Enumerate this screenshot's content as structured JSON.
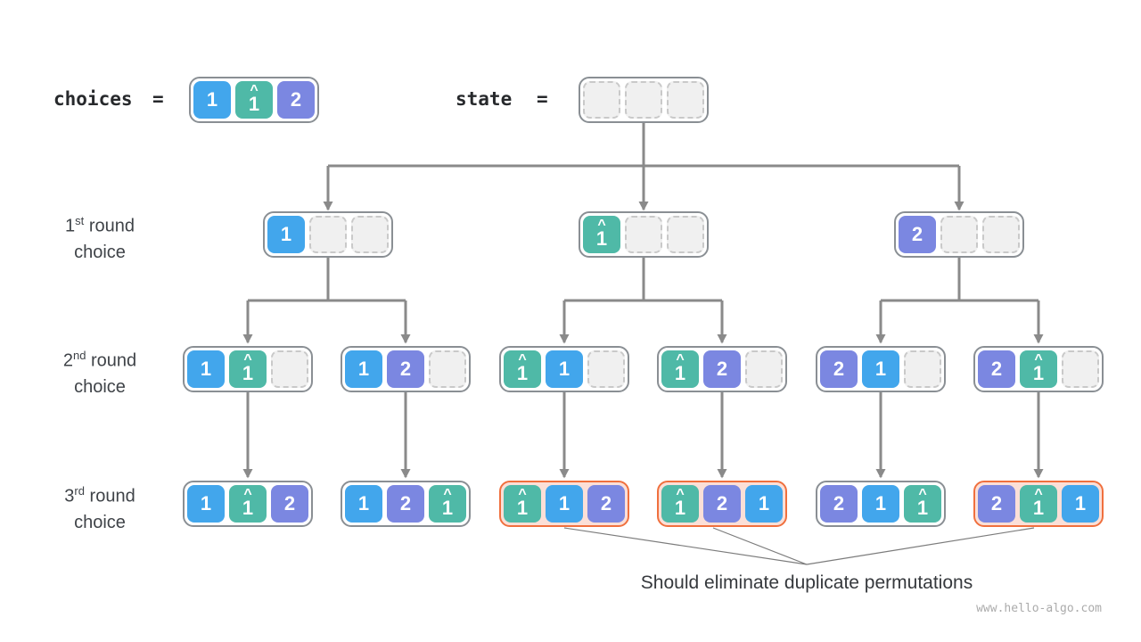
{
  "colors": {
    "background": "#ffffff",
    "box_border": "#8a8f94",
    "box_fill": "#ffffff",
    "duplicate_border": "#f0703e",
    "duplicate_fill": "#fbdfd7",
    "empty_cell_fill": "#f0f0f0",
    "empty_cell_border": "#c9c9c9",
    "connector_line": "#8a8a8a",
    "annotation_line": "#7c7c7c",
    "text_dark": "#27292c",
    "label_text": "#3f4348",
    "caption_text": "#36393d",
    "watermark_text": "#ababab",
    "cell_text": "#ffffff",
    "cell": {
      "1": "#42a6ec",
      "1̂": "#4fb9a7",
      "2": "#7b87e1"
    }
  },
  "choices": {
    "label": "choices",
    "equals": "=",
    "cells": [
      "1",
      "1̂",
      "2"
    ]
  },
  "state": {
    "label": "state",
    "equals": "=",
    "cells": [
      "",
      "",
      ""
    ]
  },
  "rounds": [
    {
      "ordinal": "1",
      "suffix": "st",
      "rest": " round",
      "line2": "choice",
      "nodes": [
        {
          "cells": [
            "1",
            "",
            ""
          ]
        },
        {
          "cells": [
            "1̂",
            "",
            ""
          ]
        },
        {
          "cells": [
            "2",
            "",
            ""
          ]
        }
      ]
    },
    {
      "ordinal": "2",
      "suffix": "nd",
      "rest": " round",
      "line2": "choice",
      "nodes": [
        {
          "cells": [
            "1",
            "1̂",
            ""
          ]
        },
        {
          "cells": [
            "1",
            "2",
            ""
          ]
        },
        {
          "cells": [
            "1̂",
            "1",
            ""
          ]
        },
        {
          "cells": [
            "1̂",
            "2",
            ""
          ]
        },
        {
          "cells": [
            "2",
            "1",
            ""
          ]
        },
        {
          "cells": [
            "2",
            "1̂",
            ""
          ]
        }
      ]
    },
    {
      "ordinal": "3",
      "suffix": "rd",
      "rest": " round",
      "line2": "choice",
      "nodes": [
        {
          "cells": [
            "1",
            "1̂",
            "2"
          ],
          "duplicate": false
        },
        {
          "cells": [
            "1",
            "2",
            "1̂"
          ],
          "duplicate": false
        },
        {
          "cells": [
            "1̂",
            "1",
            "2"
          ],
          "duplicate": true
        },
        {
          "cells": [
            "1̂",
            "2",
            "1"
          ],
          "duplicate": true
        },
        {
          "cells": [
            "2",
            "1",
            "1̂"
          ],
          "duplicate": false
        },
        {
          "cells": [
            "2",
            "1̂",
            "1"
          ],
          "duplicate": true
        }
      ]
    }
  ],
  "caption": "Should eliminate duplicate permutations",
  "watermark": "www.hello-algo.com"
}
